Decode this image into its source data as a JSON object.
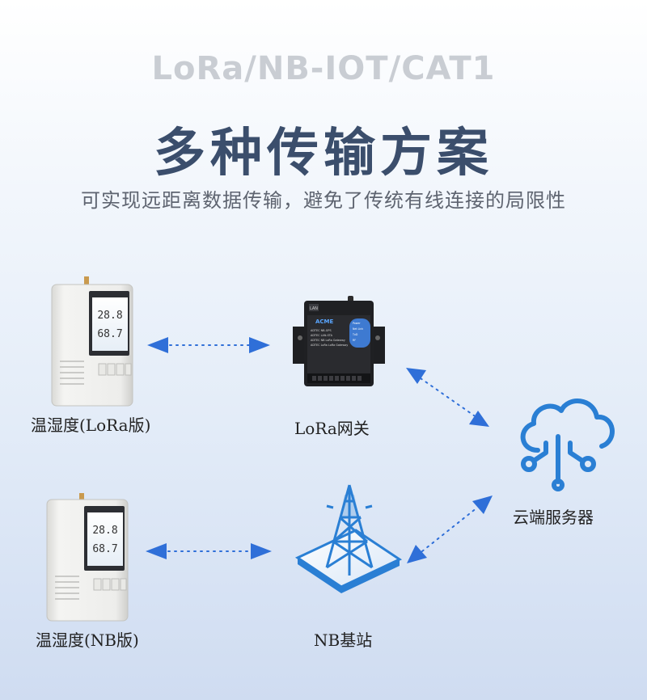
{
  "header": {
    "protocols": "LoRa/NB-IOT/CAT1",
    "headline": "多种传输方案",
    "description": "可实现远距离数据传输，避免了传统有线连接的局限性"
  },
  "devices": {
    "sensor_lora": {
      "label": "温湿度(LoRa版)",
      "temp_reading": "28.8",
      "humidity_reading": "68.7"
    },
    "gateway": {
      "label": "LoRa网关",
      "brand": "ACME",
      "tag": "LAN",
      "menu": [
        "ADTEC NB-GPS",
        "ADTEC LAN-STA",
        "ADTEC NB LoRa Gateway",
        "ADTEC LoRa LoRa Gateway"
      ],
      "indicators": [
        "Power",
        "Net Link",
        "TxD",
        "RF"
      ]
    },
    "cloud": {
      "label": "云端服务器"
    },
    "sensor_nb": {
      "label": "温湿度(NB版)",
      "temp_reading": "28.8",
      "humidity_reading": "68.7"
    },
    "base_station": {
      "label": "NB基站"
    }
  },
  "colors": {
    "arrow": "#2f6fd8",
    "icon": "#2a7fd4",
    "headline": "#3b4e6c"
  }
}
